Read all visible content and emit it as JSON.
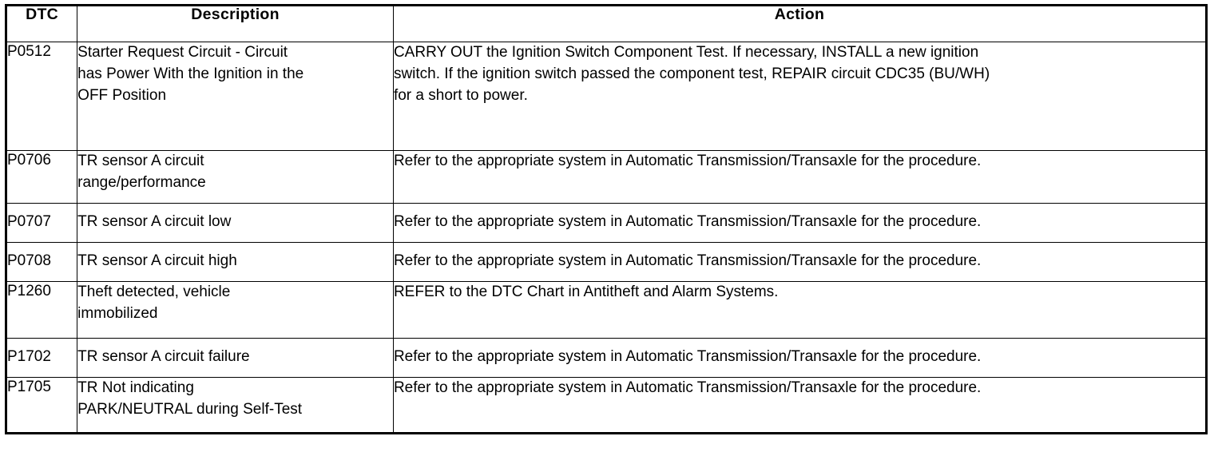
{
  "table": {
    "columns": [
      {
        "key": "dtc",
        "label": "DTC"
      },
      {
        "key": "description",
        "label": "Description"
      },
      {
        "key": "action",
        "label": "Action"
      }
    ],
    "rows": [
      {
        "dtc": "P0512",
        "description_lines": [
          "Starter Request Circuit - Circuit",
          "has Power With the Ignition in the",
          "OFF Position"
        ],
        "description": "Starter Request Circuit - Circuit has Power With the Ignition in the OFF Position",
        "action_lines": [
          "CARRY OUT the Ignition Switch Component Test. If necessary, INSTALL a new ignition",
          "switch. If the ignition switch passed the component test, REPAIR circuit CDC35 (BU/WH)",
          " for a short to power."
        ],
        "action": "CARRY OUT the Ignition Switch Component Test. If necessary, INSTALL a new ignition switch. If the ignition switch passed the component test, REPAIR circuit CDC35 (BU/WH) for a short to power."
      },
      {
        "dtc": "P0706",
        "description_lines": [
          "TR sensor A circuit",
          "range/performance"
        ],
        "description": "TR sensor A circuit range/performance",
        "action_lines": [
          "Refer to the appropriate system in Automatic Transmission/Transaxle for the procedure."
        ],
        "action": "Refer to the appropriate system in Automatic Transmission/Transaxle for the procedure."
      },
      {
        "dtc": "P0707",
        "description_lines": [
          "TR sensor A circuit low"
        ],
        "description": "TR sensor A circuit low",
        "action_lines": [
          "Refer to the appropriate system in Automatic Transmission/Transaxle for the procedure."
        ],
        "action": "Refer to the appropriate system in Automatic Transmission/Transaxle for the procedure."
      },
      {
        "dtc": "P0708",
        "description_lines": [
          "TR sensor A circuit high"
        ],
        "description": "TR sensor A circuit high",
        "action_lines": [
          "Refer to the appropriate system in Automatic Transmission/Transaxle for the procedure."
        ],
        "action": "Refer to the appropriate system in Automatic Transmission/Transaxle for the procedure."
      },
      {
        "dtc": "P1260",
        "description_lines": [
          "Theft detected, vehicle",
          "immobilized"
        ],
        "description": "Theft detected, vehicle immobilized",
        "action_lines": [
          "REFER to the DTC Chart in Antitheft and Alarm Systems."
        ],
        "action": "REFER to the DTC Chart in Antitheft and Alarm Systems."
      },
      {
        "dtc": "P1702",
        "description_lines": [
          "TR sensor A circuit failure"
        ],
        "description": "TR sensor A circuit failure",
        "action_lines": [
          "Refer to the appropriate system in Automatic Transmission/Transaxle for the procedure."
        ],
        "action": "Refer to the appropriate system in Automatic Transmission/Transaxle for the procedure."
      },
      {
        "dtc": "P1705",
        "description_lines": [
          "TR Not indicating",
          "PARK/NEUTRAL during Self-Test"
        ],
        "description": "TR Not indicating PARK/NEUTRAL during Self-Test",
        "action_lines": [
          "Refer to the appropriate system in Automatic Transmission/Transaxle for the procedure."
        ],
        "action": "Refer to the appropriate system in Automatic Transmission/Transaxle for the procedure."
      }
    ]
  },
  "style": {
    "text_color": "#000000",
    "background": "#ffffff",
    "border_color": "#000000"
  }
}
